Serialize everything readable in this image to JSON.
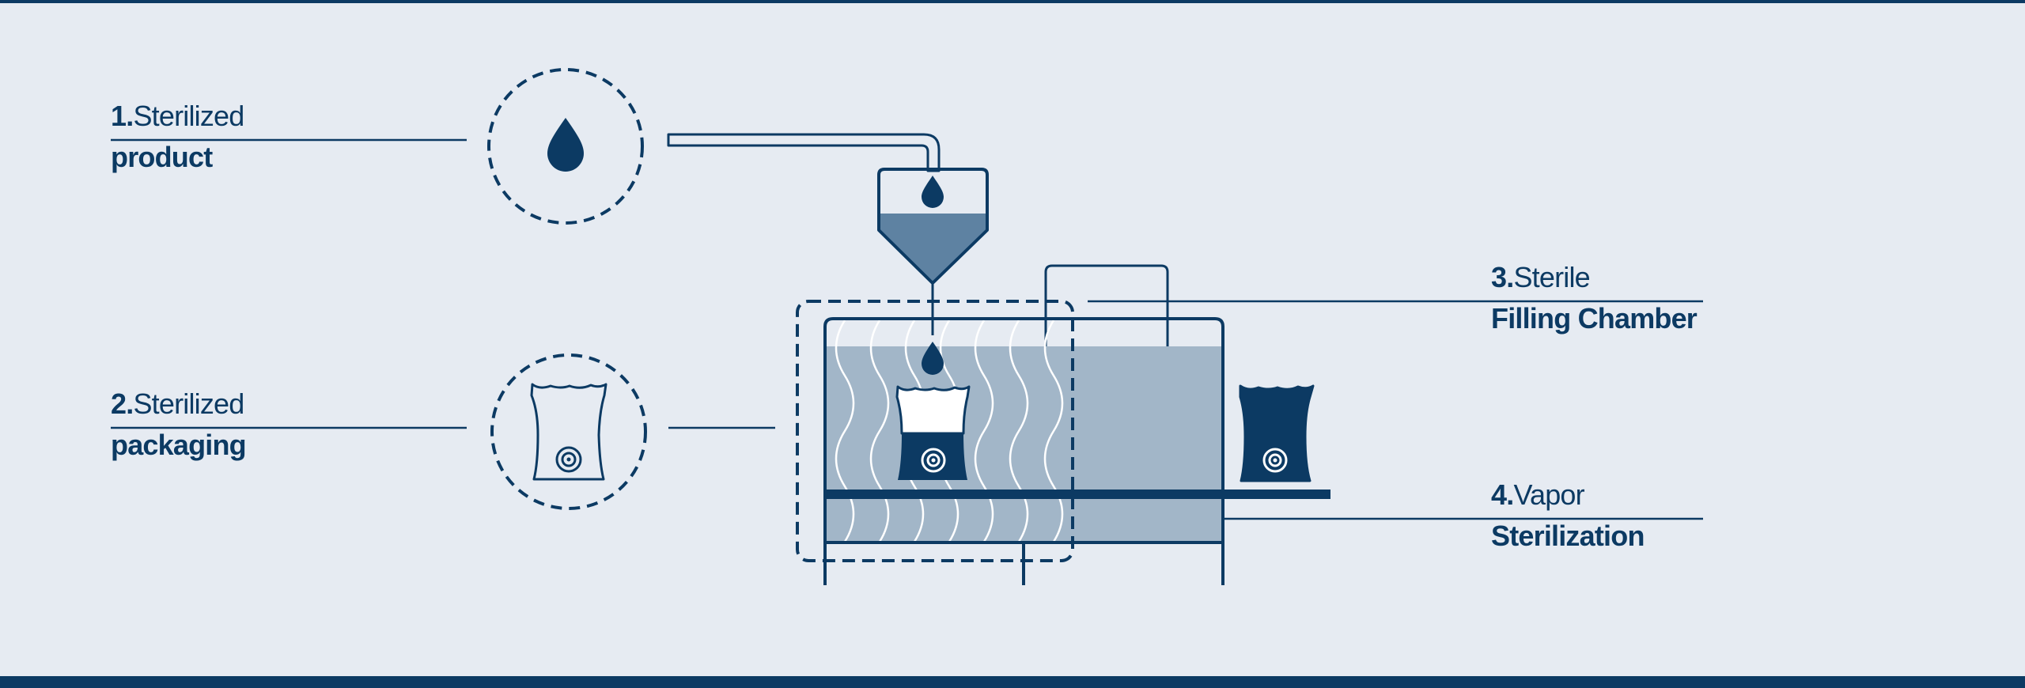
{
  "colors": {
    "background": "#e6ebf2",
    "navy": "#0c3a63",
    "product_fill": "#5e82a2",
    "chamber_fill": "#a2b6c8"
  },
  "icons": [
    "drop-icon",
    "bag-icon"
  ],
  "steps": [
    {
      "number": "1.",
      "word": "Sterilized",
      "subtitle": "product"
    },
    {
      "number": "2.",
      "word": "Sterilized",
      "subtitle": "packaging"
    },
    {
      "number": "3.",
      "word": "Sterile",
      "subtitle": "Filling Chamber"
    },
    {
      "number": "4.",
      "word": "Vapor",
      "subtitle": "Sterilization"
    }
  ]
}
